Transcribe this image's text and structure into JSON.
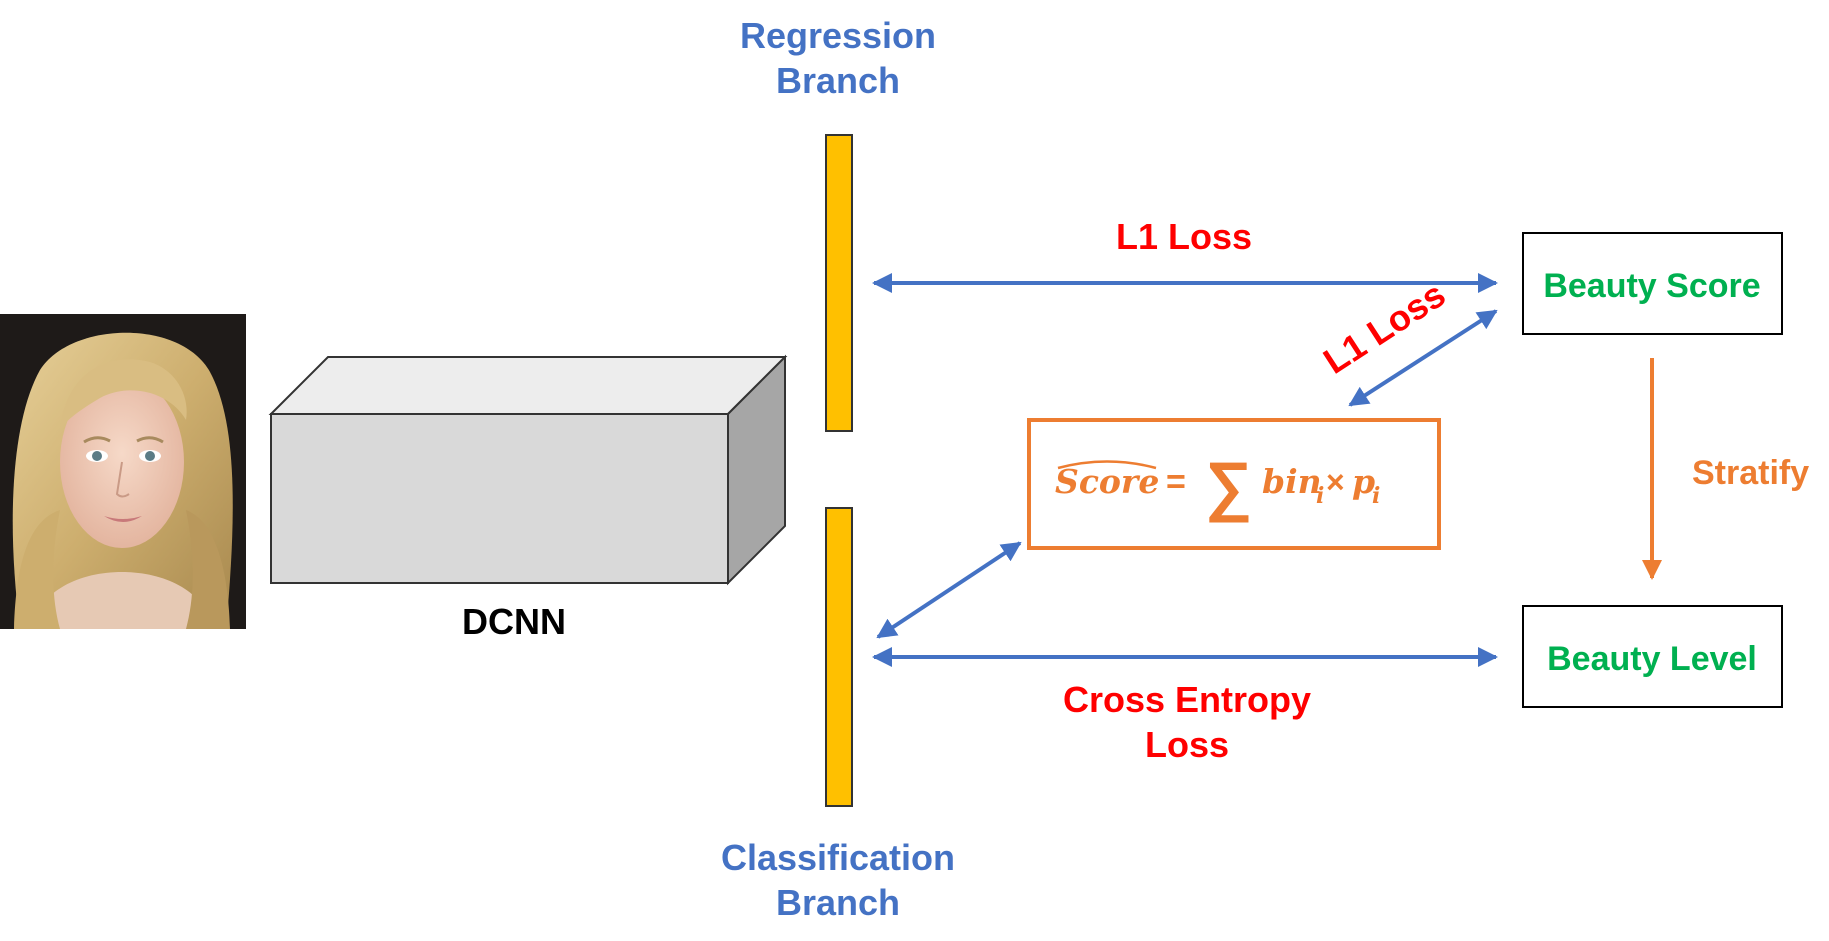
{
  "colors": {
    "branch_blue": "#4472C4",
    "loss_red": "#FF0000",
    "output_green": "#00B050",
    "accent_orange": "#ED7D31",
    "bar_yellow": "#FFC000",
    "box_gray": "#D9D9D9"
  },
  "labels": {
    "regression_branch_line1": "Regression",
    "regression_branch_line2": "Branch",
    "classification_branch_line1": "Classification",
    "classification_branch_line2": "Branch",
    "dcnn": "DCNN",
    "l1_loss_top": "L1 Loss",
    "l1_loss_diag": "L1 Loss",
    "cross_entropy_line1": "Cross Entropy",
    "cross_entropy_line2": "Loss",
    "beauty_score": "Beauty Score",
    "beauty_level": "Beauty Level",
    "stratify": "Stratify"
  },
  "formula": {
    "score": "Score",
    "equals": "=",
    "sum": "∑",
    "bin": "bin",
    "times": "×",
    "p": "p",
    "sub": "i"
  },
  "icons": {
    "face_photo": "portrait-photo-icon"
  }
}
